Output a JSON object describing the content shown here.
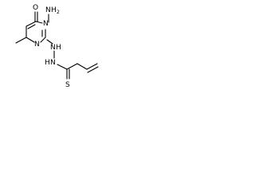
{
  "molecule": {
    "atoms": {
      "oxygen": "O",
      "amino_n": "N",
      "amino_h": "H",
      "amino_h_count": "2",
      "ring_n1": "N",
      "ring_n3": "N",
      "hydrazide_n1": "N",
      "hydrazide_h1": "H",
      "hydrazide_n2": "N",
      "hydrazide_h2": "H",
      "thione_s": "S"
    }
  }
}
